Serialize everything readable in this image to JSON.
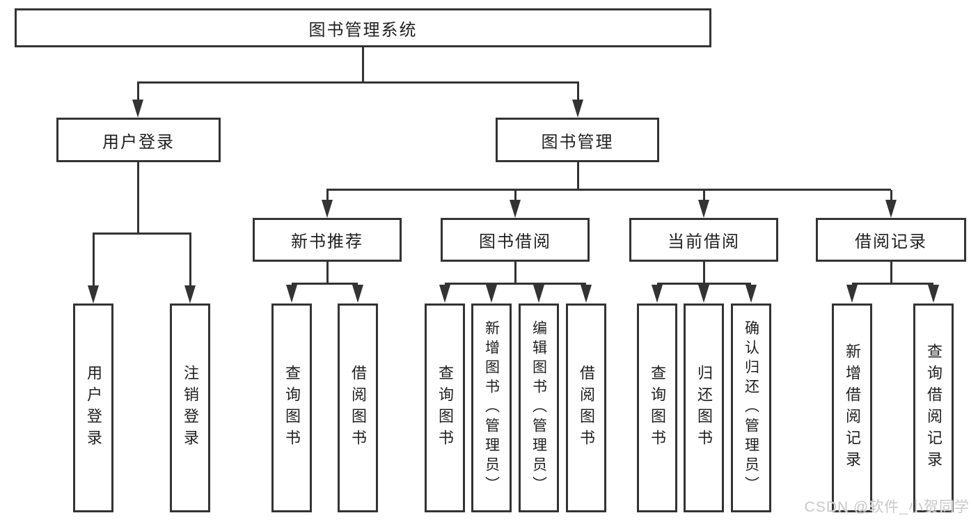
{
  "diagram": {
    "root": {
      "label": "图书管理系统"
    },
    "branches": [
      {
        "label": "用户登录",
        "children": [
          {
            "label": "用户登录"
          },
          {
            "label": "注销登录"
          }
        ]
      },
      {
        "label": "图书管理",
        "children": [
          {
            "label": "新书推荐",
            "children": [
              {
                "label": "查询图书"
              },
              {
                "label": "借阅图书"
              }
            ]
          },
          {
            "label": "图书借阅",
            "children": [
              {
                "label": "查询图书"
              },
              {
                "label": "新增图书（管理员）"
              },
              {
                "label": "编辑图书（管理员）"
              },
              {
                "label": "借阅图书"
              }
            ]
          },
          {
            "label": "当前借阅",
            "children": [
              {
                "label": "查询图书"
              },
              {
                "label": "归还图书"
              },
              {
                "label": "确认归还（管理员）"
              }
            ]
          },
          {
            "label": "借阅记录",
            "children": [
              {
                "label": "新增借阅记录"
              },
              {
                "label": "查询借阅记录"
              }
            ]
          }
        ]
      }
    ]
  },
  "watermark": {
    "text": "CSDN @软件_小贺同学"
  },
  "colors": {
    "line": "#333333",
    "text": "#1f1f1f",
    "background": "#ffffff",
    "watermark": "#c8c8c8"
  }
}
